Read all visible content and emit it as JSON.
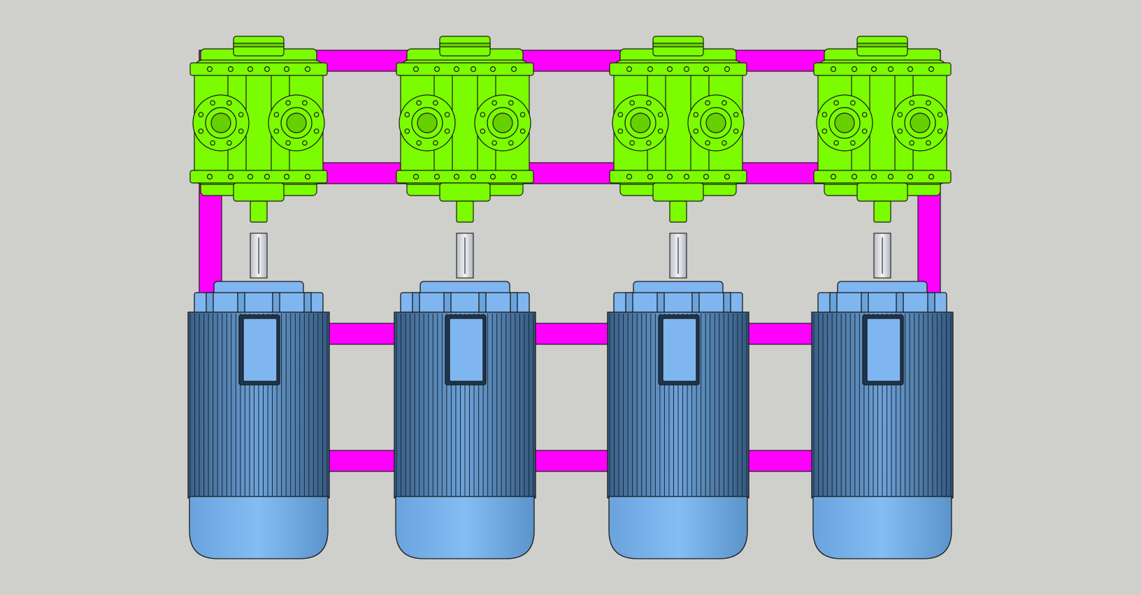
{
  "scene": {
    "background": "#cfcfcb",
    "units": 4,
    "frame_color": "#ff00ff",
    "pump_color": "#7cfc00",
    "motor_color_light": "#7fb6f0",
    "motor_color_dark": "#3f6e9a",
    "shaft_color": "#d8dce3",
    "outline_color": "#1a1a1a",
    "components": [
      "pump-unit",
      "coupling-shaft",
      "electric-motor",
      "base-frame"
    ]
  }
}
